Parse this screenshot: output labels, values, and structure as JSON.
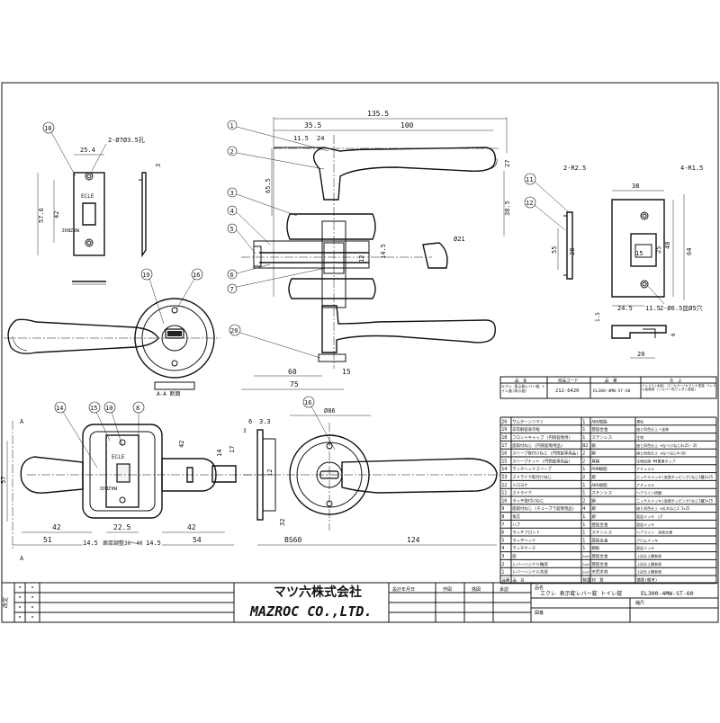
{
  "front_view": {
    "balloons": [
      "1",
      "2",
      "3",
      "4",
      "5",
      "6",
      "7",
      "20"
    ],
    "dims": {
      "overall": "135.5",
      "d355": "35.5",
      "d100": "100",
      "d115": "11.5",
      "d24": "24",
      "d27": "27",
      "d655": "65.5",
      "d385": "38.5",
      "d145": "14.5",
      "d12": "12",
      "d21": "Ø21",
      "d60": "60",
      "d15": "15",
      "d75": "75"
    }
  },
  "strike_view": {
    "balloon": "18",
    "dims": {
      "w": "25.4",
      "holes": "2-Ø7Ø3.5孔",
      "h576": "57.6",
      "h42": "42",
      "t3": "3"
    },
    "text_top": "ECLE",
    "text_bot": "MAZROC"
  },
  "aa_view": {
    "balloons": [
      "19",
      "16"
    ],
    "label": "A-A 断面"
  },
  "plate_view": {
    "balloons": [
      "11",
      "12"
    ],
    "dims": {
      "r25": "2-R2.5",
      "r15": "4-R1.5",
      "w38": "38",
      "h55": "55",
      "h28": "28",
      "h48": "48",
      "h64": "64",
      "h25": "25",
      "w15": "15",
      "w245": "24.5",
      "w115": "11.5",
      "holes": "2-Ø6.5皿Ø5穴",
      "t15": "1.5",
      "t6": "6",
      "w20": "20"
    }
  },
  "lower_left": {
    "balloons": [
      "14",
      "15",
      "10",
      "8"
    ],
    "dims": {
      "d42a": "42",
      "d57": "57",
      "d42b": "42",
      "d225": "22.5",
      "d42c": "42",
      "d51": "51",
      "d145a": "14.5",
      "doorthk": "扉厚調整30～40",
      "d145b": "14.5",
      "d54": "54",
      "d14": "14"
    },
    "marks": {
      "a": "A"
    },
    "text_top": "ECLE",
    "text_bot": "MAZROC"
  },
  "lower_mid": {
    "balloon": "16",
    "dims": {
      "d17": "17",
      "d3": "3",
      "d68": "6",
      "d33": "3.3",
      "d12": "12",
      "d86": "Ø86",
      "d32": "32",
      "bs60": "BS60",
      "d124": "124"
    }
  },
  "spec_box": {
    "headers": [
      "品　名",
      "商品コード",
      "品　番",
      "仕　上"
    ],
    "row": [
      "エクレ 表示錠レバー錠 トイレ錠(表示錠)",
      "212-6420",
      "EL300-4MW-ST-60",
      "ハンドル(木製) ユニカラー/カラシナ塗装 ハンドル金属部 (シルバー色ウレタン塗装)"
    ]
  },
  "parts": [
    {
      "no": "20",
      "name": "サムターンツマミ",
      "qty": "1",
      "mat": "ABS樹脂",
      "fin": "黒色"
    },
    {
      "no": "19",
      "name": "非常解錠表示板",
      "qty": "1",
      "mat": "亜鉛合金",
      "fin": "座と同色仕上＋塗装"
    },
    {
      "no": "18",
      "name": "フロントキャップ (円筒錠専用)",
      "qty": "1",
      "mat": "ステンレス",
      "fin": "生地"
    },
    {
      "no": "17",
      "name": "座取付ねじ (円筒錠専用品)",
      "qty": "82",
      "mat": "鋼",
      "fin": "座と同色仕上 ⊕なべ小ねじ4×25・35"
    },
    {
      "no": "16",
      "name": "スリーブ取付けねじ (円筒錠専用品)",
      "qty": "2",
      "mat": "鋼",
      "fin": "座と同色仕上 ⊕なべねじ4×16"
    },
    {
      "no": "15",
      "name": "スリーブナット (円筒錠専用品)",
      "qty": "2",
      "mat": "真鍮",
      "fin": "生地処理 M4貫通タップ"
    },
    {
      "no": "14",
      "name": "ラッチヘッドスリーブ",
      "qty": "1",
      "mat": "POM樹脂",
      "fin": "ナチュラル"
    },
    {
      "no": "13",
      "name": "ストライク取付けねじ",
      "qty": "2",
      "mat": "鋼",
      "fin": "ニッケルメッキ(皿頭タッピング)ねじ1種3×25"
    },
    {
      "no": "12",
      "name": "トロヨケ",
      "qty": "1",
      "mat": "ABS樹脂",
      "fin": "ナチュラル"
    },
    {
      "no": "11",
      "name": "ストライク",
      "qty": "1",
      "mat": "ステンレス",
      "fin": "ヘアライン研磨"
    },
    {
      "no": "10",
      "name": "ラッチ取付けねじ",
      "qty": "2",
      "mat": "鋼",
      "fin": "ニッケルメッキ(皿頭タッピング)ねじ1種3×25"
    },
    {
      "no": "9",
      "name": "座取付ねじ (チューブラ錠専用品)",
      "qty": "4",
      "mat": "鋼",
      "fin": "座と同色仕上 ⊕丸木ねじ3.5×25"
    },
    {
      "no": "8",
      "name": "角芯",
      "qty": "1",
      "mat": "鋼",
      "fin": "亜鉛メッキ　□7"
    },
    {
      "no": "7",
      "name": "ハブ",
      "qty": "1",
      "mat": "亜鉛合金",
      "fin": "亜鉛メッキ"
    },
    {
      "no": "6",
      "name": "ラッチフロント",
      "qty": "1",
      "mat": "ステンレス",
      "fin": "ヘアライン　消音仕様"
    },
    {
      "no": "5",
      "name": "ラッチヘッド",
      "qty": "1",
      "mat": "亜鉛合金",
      "fin": "クロムメッキ"
    },
    {
      "no": "4",
      "name": "ラッチケース",
      "qty": "1",
      "mat": "鋼板",
      "fin": "亜鉛メッキ"
    },
    {
      "no": "3",
      "name": "座",
      "qty": "2set",
      "mat": "亜鉛合金",
      "fin": "上記仕上欄参照"
    },
    {
      "no": "2",
      "name": "レバーハンドル軸部",
      "qty": "2set",
      "mat": "亜鉛合金",
      "fin": "上記仕上欄参照"
    },
    {
      "no": "1",
      "name": "レバーハンドル木部",
      "qty": "2set",
      "mat": "天然木材",
      "fin": "上記仕上欄参照"
    }
  ],
  "parts_header": {
    "no": "品番",
    "name": "品　名",
    "qty": "数量",
    "mat": "材　質",
    "fin": "摘要(備考)"
  },
  "title_block": {
    "company_jp": "マツ六株式会社",
    "company_en": "MAZROC CO.,LTD.",
    "rev_label": "改定",
    "date_label": "設計年月日",
    "drawn_label": "作図",
    "check_label": "検図",
    "approve_label": "承認",
    "name_label": "品名",
    "product_name": "エクレ 表示錠レバー錠 トイレ錠",
    "code": "EL300-4MW-ST-60",
    "scale_label": "縮尺",
    "no_label": "図番"
  }
}
